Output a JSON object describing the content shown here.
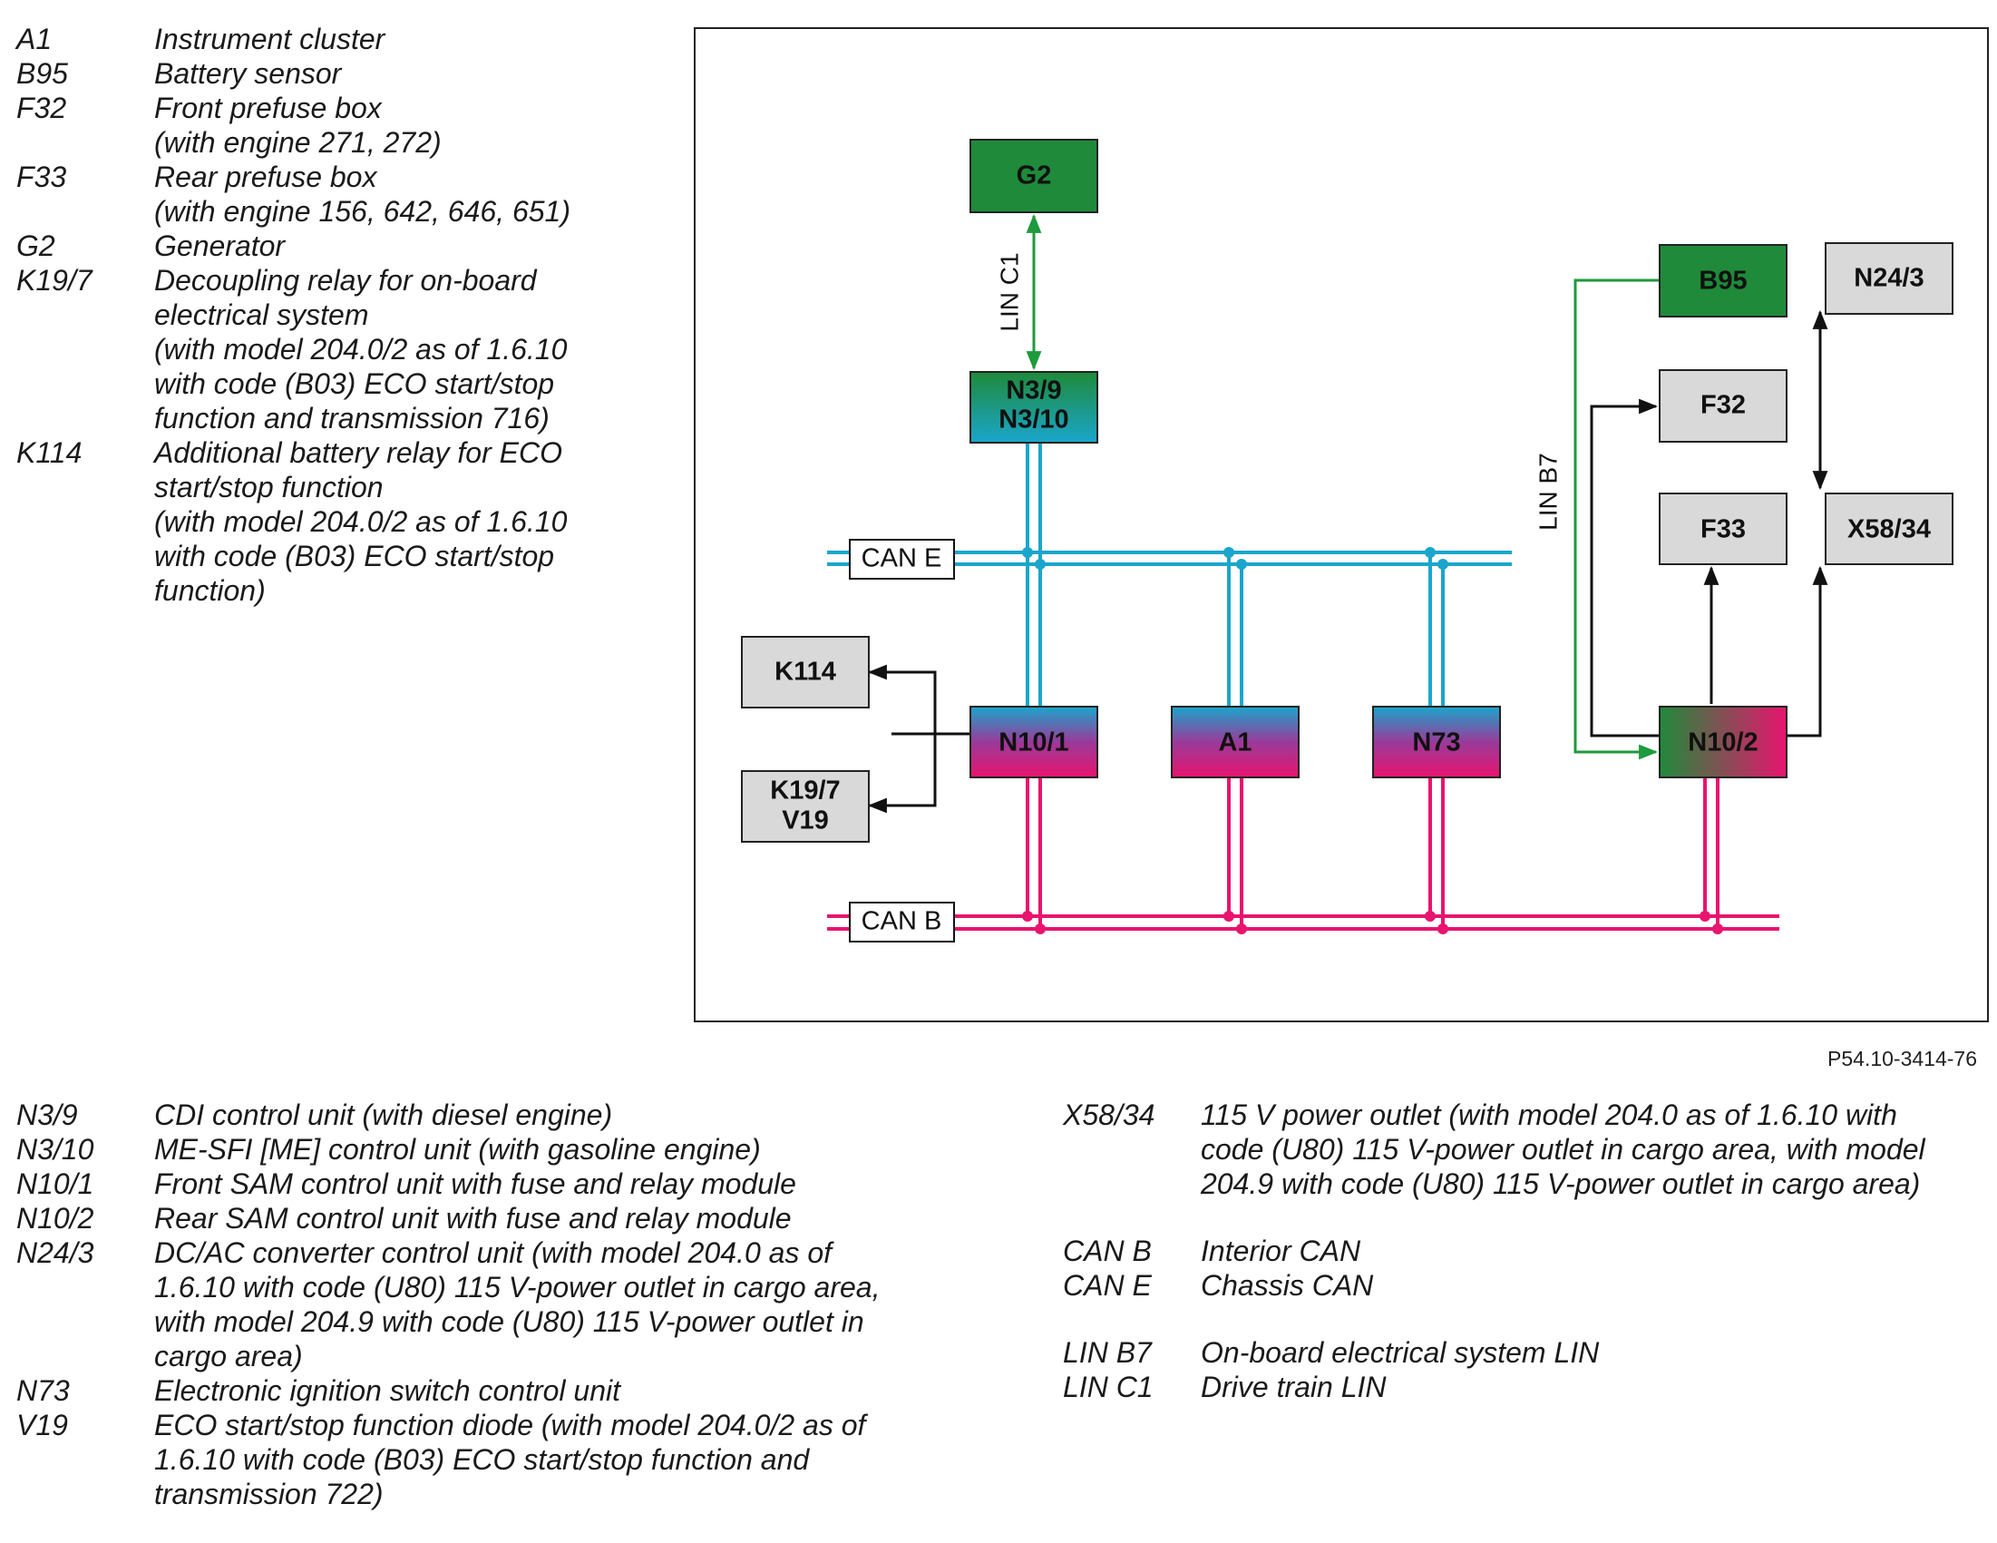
{
  "legend_top": [
    {
      "code": "A1",
      "desc": "Instrument cluster"
    },
    {
      "code": "B95",
      "desc": "Battery sensor"
    },
    {
      "code": "F32",
      "desc": "Front prefuse box\n(with engine 271, 272)"
    },
    {
      "code": "F33",
      "desc": "Rear prefuse box\n(with engine 156, 642, 646, 651)"
    },
    {
      "code": "G2",
      "desc": "Generator"
    },
    {
      "code": "K19/7",
      "desc": "Decoupling relay for on-board\nelectrical system\n(with model 204.0/2 as of 1.6.10\nwith code (B03) ECO start/stop\nfunction and transmission 716)"
    },
    {
      "code": "K114",
      "desc": "Additional battery relay for ECO\nstart/stop function\n(with model 204.0/2 as of 1.6.10\nwith code (B03) ECO start/stop\nfunction)"
    }
  ],
  "legend_bottom_left": [
    {
      "code": "N3/9",
      "desc": "CDI control unit (with diesel engine)"
    },
    {
      "code": "N3/10",
      "desc": "ME-SFI [ME] control unit (with gasoline engine)"
    },
    {
      "code": "N10/1",
      "desc": "Front SAM control unit with fuse and relay module"
    },
    {
      "code": "N10/2",
      "desc": "Rear SAM control unit with fuse and relay module"
    },
    {
      "code": "N24/3",
      "desc": "DC/AC converter control unit (with model 204.0 as of\n1.6.10 with code (U80) 115 V-power outlet in cargo area,\nwith model 204.9 with code (U80) 115 V-power outlet in\ncargo area)"
    },
    {
      "code": "N73",
      "desc": "Electronic ignition switch control unit"
    },
    {
      "code": "V19",
      "desc": "ECO start/stop function diode (with model 204.0/2 as of\n1.6.10 with code (B03) ECO start/stop function and\ntransmission 722)"
    }
  ],
  "legend_bottom_right": [
    {
      "code": "X58/34",
      "desc": "115 V power outlet (with model 204.0 as of 1.6.10 with\ncode (U80) 115 V-power outlet in cargo area, with model\n204.9 with code (U80) 115 V-power outlet in cargo area)"
    },
    {
      "gap": true
    },
    {
      "code": "CAN B",
      "desc": "Interior CAN"
    },
    {
      "code": "CAN E",
      "desc": "Chassis CAN"
    },
    {
      "gap": true
    },
    {
      "code": "LIN B7",
      "desc": "On-board electrical system LIN"
    },
    {
      "code": "LIN C1",
      "desc": "Drive train LIN"
    }
  ],
  "diagram": {
    "colors": {
      "can_e": "#1aa6cc",
      "can_b": "#e8146e",
      "lin": "#1f9a3c",
      "wire": "#111111",
      "gray_fill": "#d9d9d9",
      "green_fill": "#1f8a3a"
    },
    "boxes": {
      "g2": "G2",
      "n3_9": "N3/9",
      "n3_10": "N3/10",
      "b95": "B95",
      "n24_3": "N24/3",
      "f32": "F32",
      "f33": "F33",
      "x58_34": "X58/34",
      "k114": "K114",
      "k19_7": "K19/7",
      "v19": "V19",
      "n10_1": "N10/1",
      "a1": "A1",
      "n73": "N73",
      "n10_2": "N10/2"
    },
    "bus_labels": {
      "can_e": "CAN E",
      "can_b": "CAN B",
      "lin_c1": "LIN C1",
      "lin_b7": "LIN B7"
    }
  },
  "reference": "P54.10-3414-76"
}
